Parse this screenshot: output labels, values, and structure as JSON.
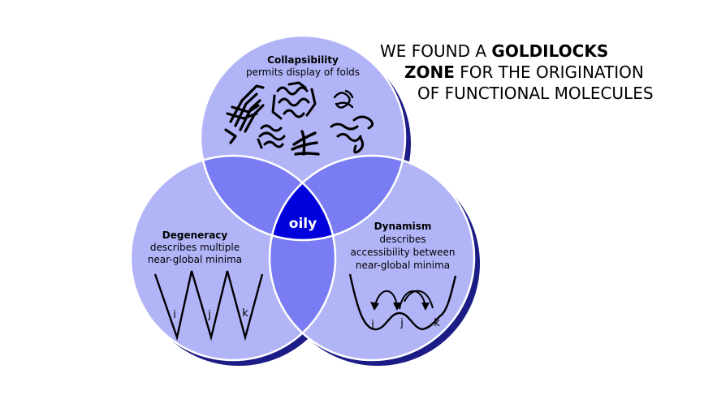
{
  "headline": {
    "line1_plain": "WE FOUND A ",
    "line1_bold": "GOLDILOCKS",
    "line2_bold": "ZONE",
    "line2_plain": " FOR THE ORIGINATION",
    "line3_plain": "OF FUNCTIONAL MOLECULES"
  },
  "circles": {
    "collapsibility": {
      "title": "Collapsibility",
      "subtitle": "permits display of folds"
    },
    "degeneracy": {
      "title": "Degeneracy",
      "line1": "describes multiple",
      "line2": "near-global minima"
    },
    "dynamism": {
      "title": "Dynamism",
      "line1": "describes",
      "line2": "accessibility between",
      "line3": "near-global minima"
    }
  },
  "center_label": "oily",
  "degeneracy_minima": [
    "i",
    "j",
    "k"
  ],
  "dynamism_minima": [
    "i",
    "j",
    "k"
  ],
  "colors": {
    "circle_fill": "#b2b4f8",
    "pair_overlap": "#7a7cf4",
    "center_overlap": "#0000dd",
    "shadow": "#1c1c86",
    "outline": "#ffffff"
  },
  "icons": [
    "protein-fold-icon"
  ]
}
